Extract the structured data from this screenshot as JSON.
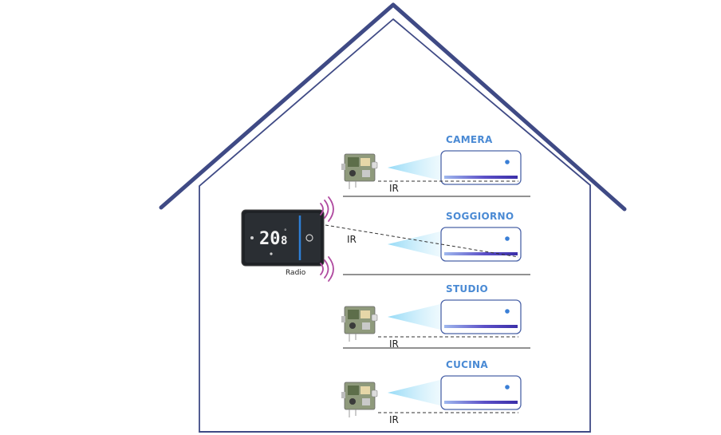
{
  "rooms": [
    {
      "name": "CAMERA",
      "ir_label": "IR"
    },
    {
      "name": "SOGGIORNO",
      "ir_label": "IR"
    },
    {
      "name": "STUDIO",
      "ir_label": "IR"
    },
    {
      "name": "CUCINA",
      "ir_label": "IR"
    }
  ],
  "thermostat": {
    "display_value": "20",
    "display_decimal": "8",
    "display_unit": "°",
    "ir_label": "IR",
    "radio_label": "Radio"
  },
  "colors": {
    "roof": "#3f4a85",
    "wall": "#3f4a85",
    "floor": "#6e6e6e",
    "room_label": "#4a8ad4",
    "ir_beam": "#6cc6f0",
    "ac_outline": "#4b63a8",
    "ac_vent": "#5a4fc8",
    "ac_led": "#3a7fd6",
    "radio_wave": "#b04aa0",
    "thermostat_body": "#1f2226"
  },
  "icons": {
    "receiver": "ir-receiver-module-icon",
    "air_conditioner": "air-conditioner-icon",
    "thermostat": "smart-thermostat-icon",
    "radio": "radio-wave-icon"
  }
}
